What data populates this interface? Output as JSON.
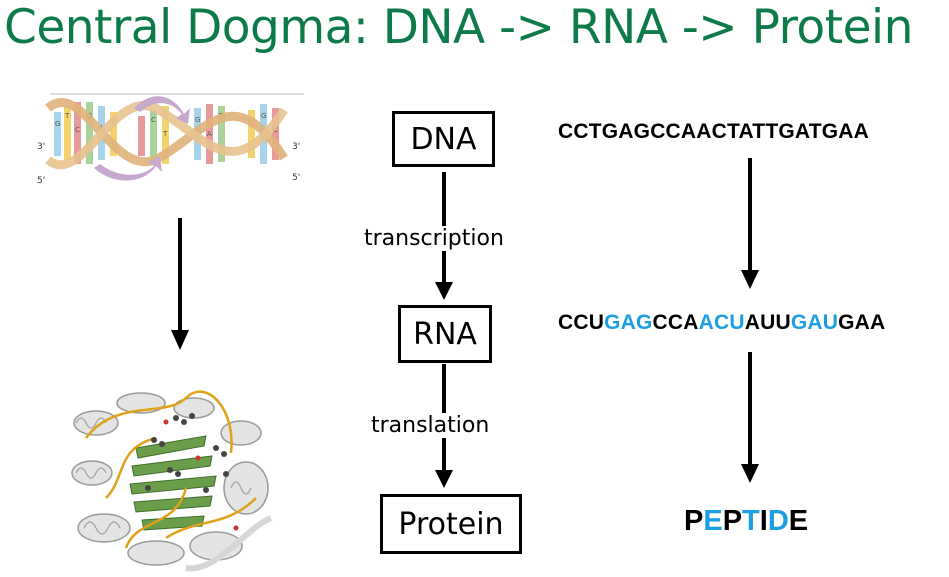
{
  "title": "Central Dogma: DNA -> RNA -> Protein",
  "flow": {
    "dna_box": "DNA",
    "transcription_label": "transcription",
    "rna_box": "RNA",
    "translation_label": "translation",
    "protein_box": "Protein"
  },
  "helix_labels": {
    "left_top": "3'",
    "left_bottom": "5'",
    "right_top": "3'",
    "right_bottom": "5'"
  },
  "sequences": {
    "dna": "CCTGAGCCAACTATTGATGAA",
    "rna_segments": [
      {
        "text": "CCU",
        "highlight": false
      },
      {
        "text": "GAG",
        "highlight": true
      },
      {
        "text": "CCA",
        "highlight": false
      },
      {
        "text": "ACU",
        "highlight": true
      },
      {
        "text": "AUU",
        "highlight": false
      },
      {
        "text": "GAU",
        "highlight": true
      },
      {
        "text": "GAA",
        "highlight": false
      }
    ],
    "peptide_segments": [
      {
        "text": "P",
        "highlight": false
      },
      {
        "text": "E",
        "highlight": true
      },
      {
        "text": "P",
        "highlight": false
      },
      {
        "text": "T",
        "highlight": true
      },
      {
        "text": "I",
        "highlight": false
      },
      {
        "text": "D",
        "highlight": true
      },
      {
        "text": "E",
        "highlight": false
      }
    ]
  },
  "colors": {
    "title": "#0d7a4a",
    "highlight": "#1b9fe3",
    "helix_strand": "#e0b27a",
    "protein_sheet": "#6a9e4a",
    "protein_coil": "#e0a21a"
  }
}
